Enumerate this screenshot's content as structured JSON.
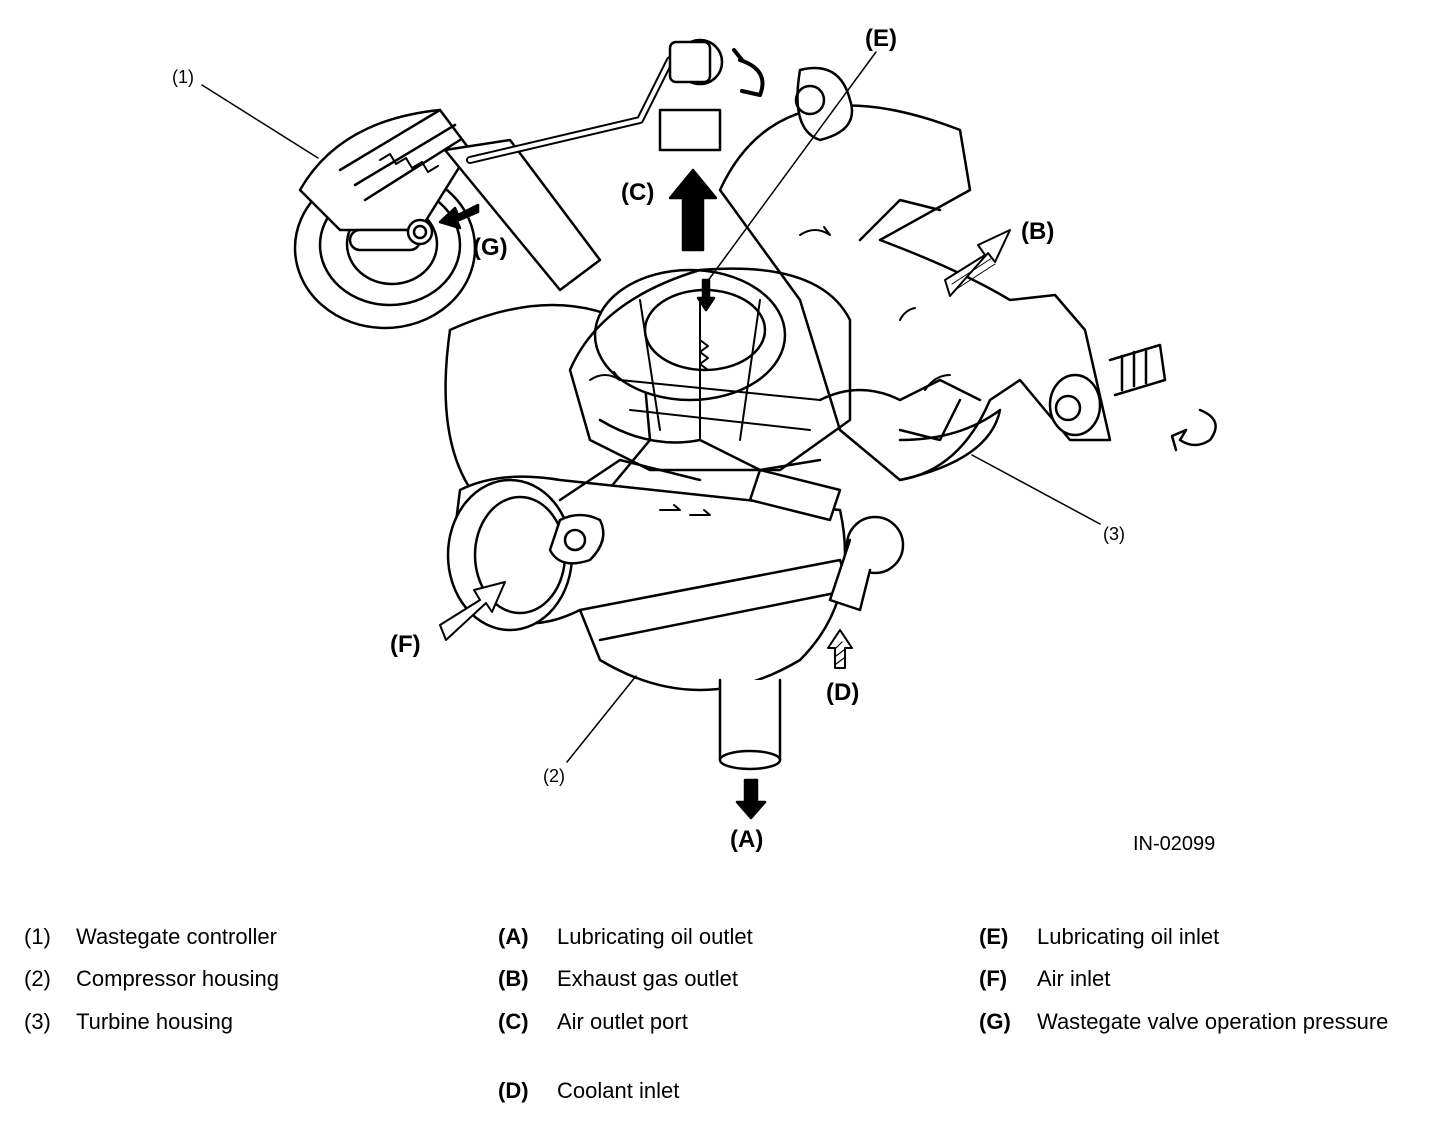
{
  "figure": {
    "id": "IN-02099",
    "callouts": {
      "c1": "(1)",
      "c2": "(2)",
      "c3": "(3)",
      "cA": "(A)",
      "cB": "(B)",
      "cC": "(C)",
      "cD": "(D)",
      "cE": "(E)",
      "cF": "(F)",
      "cG": "(G)"
    }
  },
  "legend": [
    {
      "key": "(1)",
      "text": "Wastegate controller"
    },
    {
      "key": "(2)",
      "text": "Compressor housing"
    },
    {
      "key": "(3)",
      "text": "Turbine housing"
    },
    {
      "key": "(A)",
      "text": "Lubricating oil outlet"
    },
    {
      "key": "(B)",
      "text": "Exhaust gas outlet"
    },
    {
      "key": "(C)",
      "text": "Air outlet port"
    },
    {
      "key": "(D)",
      "text": "Coolant inlet"
    },
    {
      "key": "(E)",
      "text": "Lubricating oil inlet"
    },
    {
      "key": "(F)",
      "text": "Air inlet"
    },
    {
      "key": "(G)",
      "text": "Wastegate valve operation pressure"
    }
  ]
}
